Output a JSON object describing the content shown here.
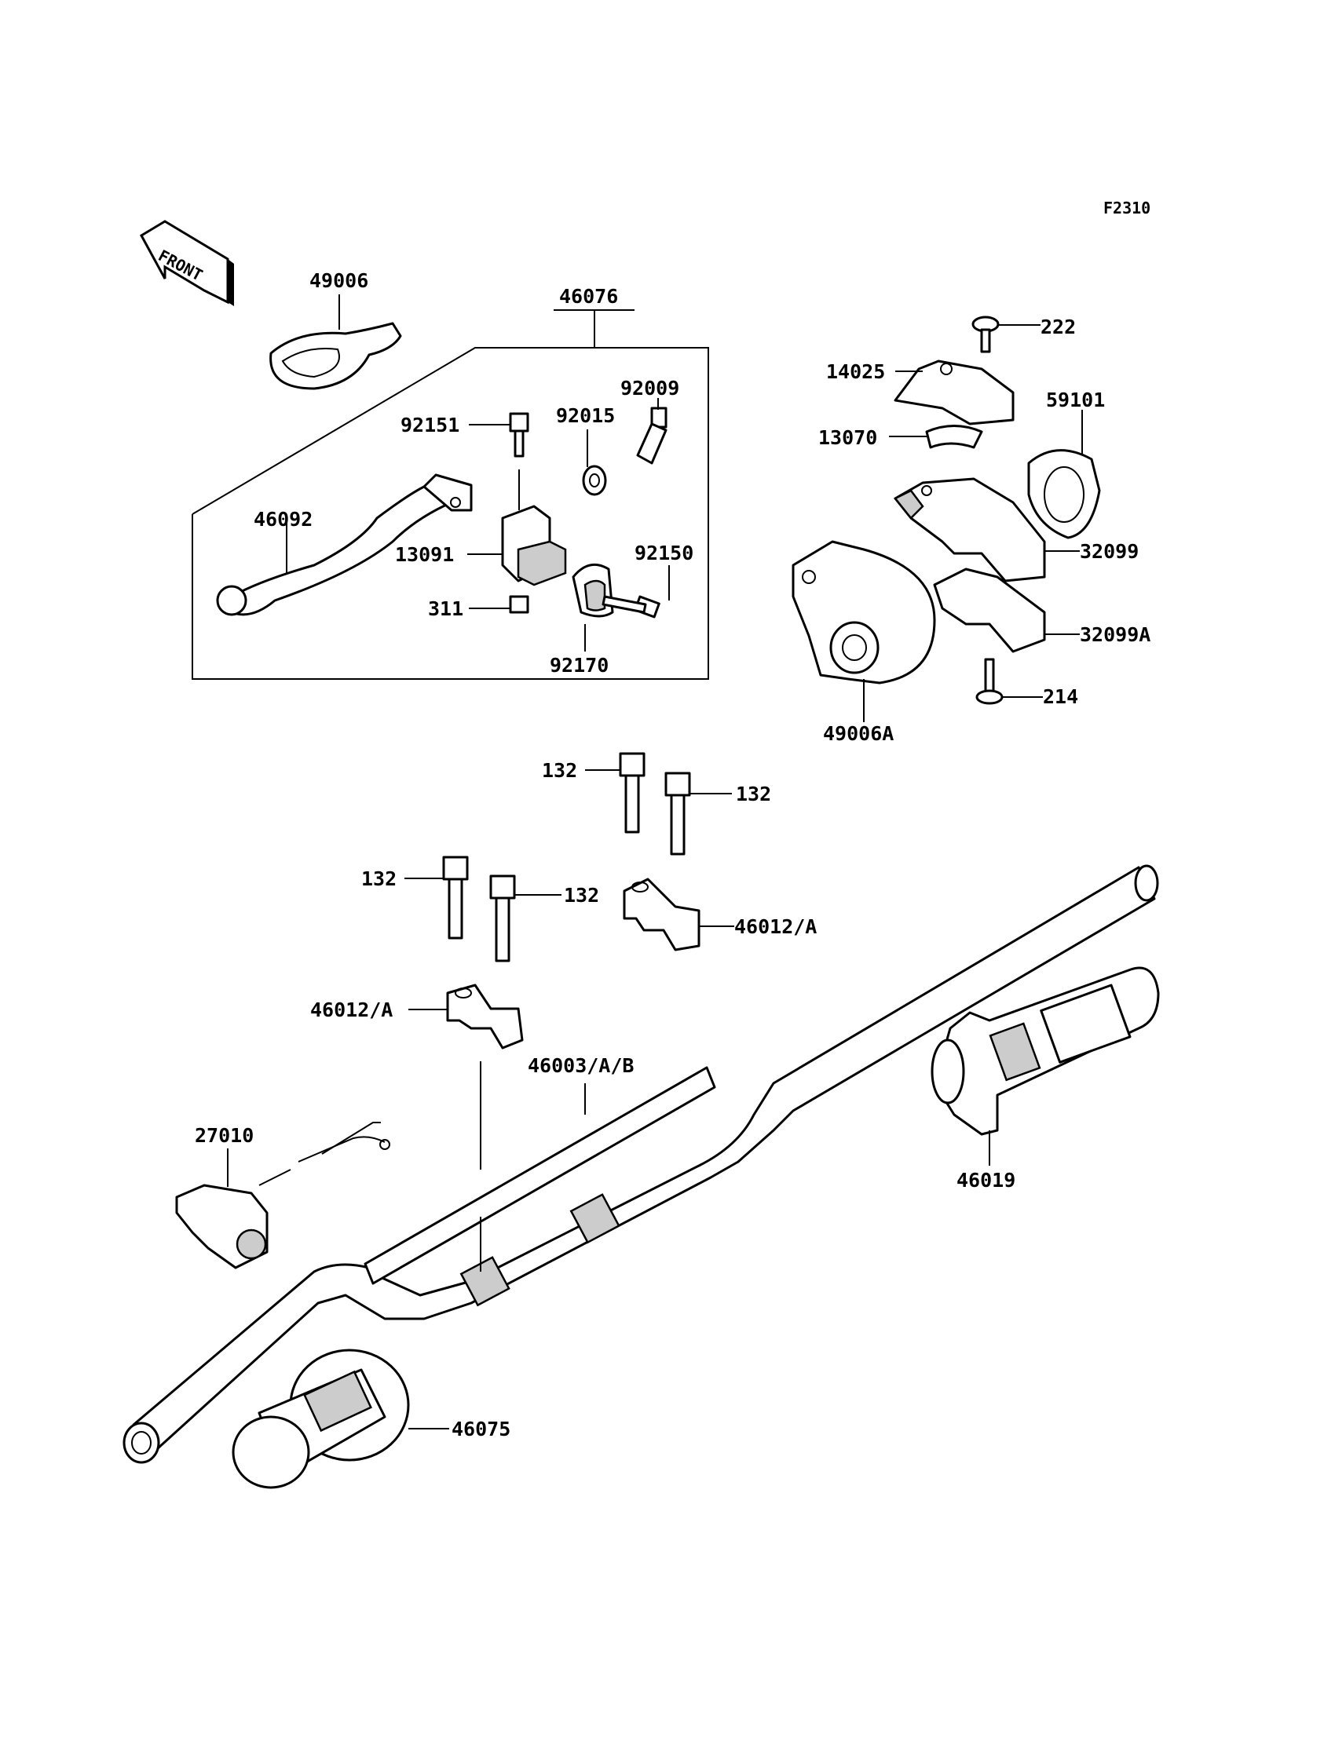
{
  "figure_code": "F2310",
  "front_label": "FRONT",
  "parts": {
    "p49006": "49006",
    "p46076": "46076",
    "p92009": "92009",
    "p92151": "92151",
    "p92015": "92015",
    "p46092": "46092",
    "p13091": "13091",
    "p92150": "92150",
    "p311": "311",
    "p92170": "92170",
    "p222": "222",
    "p14025": "14025",
    "p59101": "59101",
    "p13070": "13070",
    "p32099": "32099",
    "p32099A": "32099A",
    "p214": "214",
    "p49006A": "49006A",
    "p132a": "132",
    "p132b": "132",
    "p132c": "132",
    "p132d": "132",
    "p46012A_right": "46012/A",
    "p46012A_left": "46012/A",
    "p46003": "46003/A/B",
    "p27010": "27010",
    "p46019": "46019",
    "p46075": "46075"
  }
}
